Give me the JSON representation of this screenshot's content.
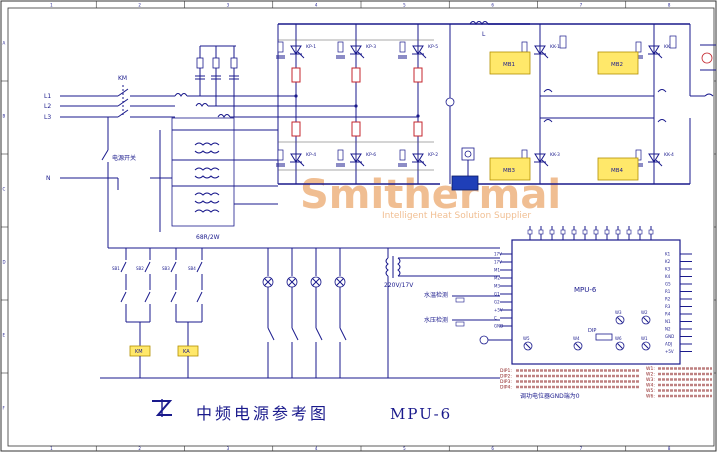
{
  "title": {
    "cn": "中频电源参考图",
    "model": "MPU-6"
  },
  "watermark": {
    "brand": "Smithermal",
    "tagline": "Intelligent Heat Solution Supplier",
    "color": "#e58a3a"
  },
  "frame": {
    "top_ticks": [
      "1",
      "2",
      "3",
      "4",
      "5",
      "6",
      "7",
      "8"
    ],
    "side_ticks": [
      "A",
      "B",
      "C",
      "D",
      "E",
      "F"
    ]
  },
  "inputs": {
    "phases": [
      "L1",
      "L2",
      "L3"
    ],
    "neutral": "N",
    "contactor": "KM"
  },
  "switch_label": "电源开关",
  "inductor": "L",
  "thyristors": {
    "rectifier_top": [
      "KP-1",
      "KP-3",
      "KP-5"
    ],
    "rectifier_bottom": [
      "KP-4",
      "KP-6",
      "KP-2"
    ],
    "inverter": [
      "KK-1",
      "KK-2",
      "KK-3",
      "KK-4"
    ]
  },
  "pulse_boxes": [
    "MB1",
    "MB2",
    "MB3",
    "MB4"
  ],
  "resistor_label": "68R/2W",
  "transformer_label": "220V/17V",
  "relay_labels": [
    "KM",
    "KA"
  ],
  "push_buttons": [
    "SB1",
    "SB2",
    "SB3",
    "SB4"
  ],
  "controller": {
    "name": "MPU-6",
    "left_pins": [
      "17V",
      "17V",
      "M1",
      "M2",
      "M3",
      "G1",
      "G2",
      "+5V",
      "C",
      "GND"
    ],
    "right_pins": [
      "K1",
      "K2",
      "K3",
      "K4",
      "G5",
      "R1",
      "R2",
      "R3",
      "R4",
      "N1",
      "N2",
      "GND",
      "ADJ",
      "+5V"
    ],
    "pots": [
      "W5",
      "W4",
      "W3",
      "W2",
      "W1",
      "W6"
    ],
    "dip_label": "DIP"
  },
  "labels": {
    "current_signal": "水温检测",
    "voltage_signal": "水压检测"
  },
  "notes_left": [
    "DIP1:",
    "DIP2:",
    "DIP3:",
    "DIP4:"
  ],
  "notes_right": [
    "W1:",
    "W2:",
    "W3:",
    "W4:",
    "W5:",
    "W6:"
  ],
  "note_bottom": "调功电位器GND端为0"
}
